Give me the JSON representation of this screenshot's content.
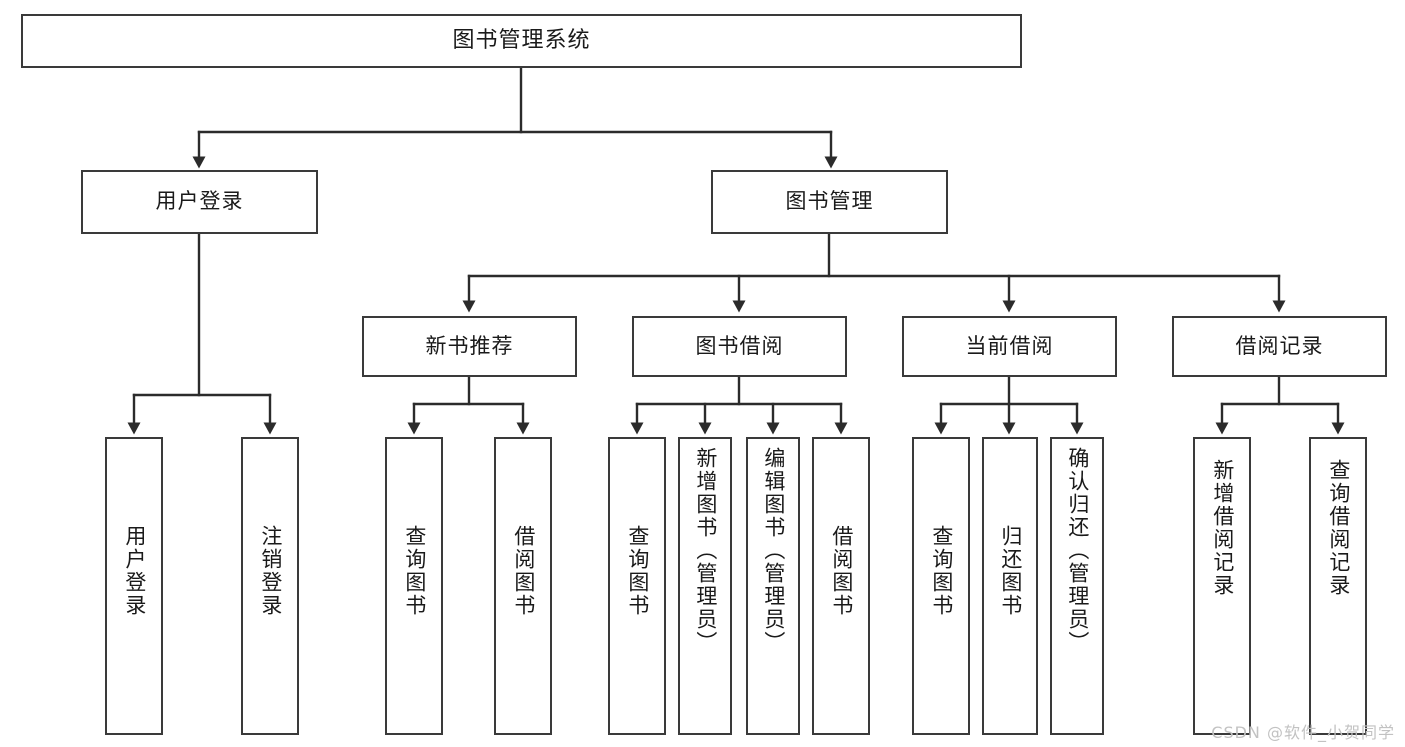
{
  "diagram": {
    "type": "tree",
    "title": "图书管理系统",
    "root": {
      "label": "图书管理系统"
    },
    "level1": [
      {
        "label": "用户登录"
      },
      {
        "label": "图书管理"
      }
    ],
    "level2": [
      {
        "label": "新书推荐"
      },
      {
        "label": "图书借阅"
      },
      {
        "label": "当前借阅"
      },
      {
        "label": "借阅记录"
      }
    ],
    "leaves": {
      "user_login": [
        {
          "label": "用户登录"
        },
        {
          "label": "注销登录"
        }
      ],
      "new_book_recommend": [
        {
          "label": "查询图书"
        },
        {
          "label": "借阅图书"
        }
      ],
      "book_borrow": [
        {
          "label": "查询图书"
        },
        {
          "label": "新增图书（管理员）"
        },
        {
          "label": "编辑图书（管理员）"
        },
        {
          "label": "借阅图书"
        }
      ],
      "current_borrow": [
        {
          "label": "查询图书"
        },
        {
          "label": "归还图书"
        },
        {
          "label": "确认归还（管理员）"
        }
      ],
      "borrow_record": [
        {
          "label": "新增借阅记录"
        },
        {
          "label": "查询借阅记录"
        }
      ]
    }
  },
  "watermark": {
    "text": "CSDN @软件_小贺同学"
  },
  "colors": {
    "border": "#3a3a3a",
    "background": "#ffffff",
    "text": "#1a1a1a",
    "watermark": "#c2c2c2",
    "connector": "#2b2b2b"
  }
}
